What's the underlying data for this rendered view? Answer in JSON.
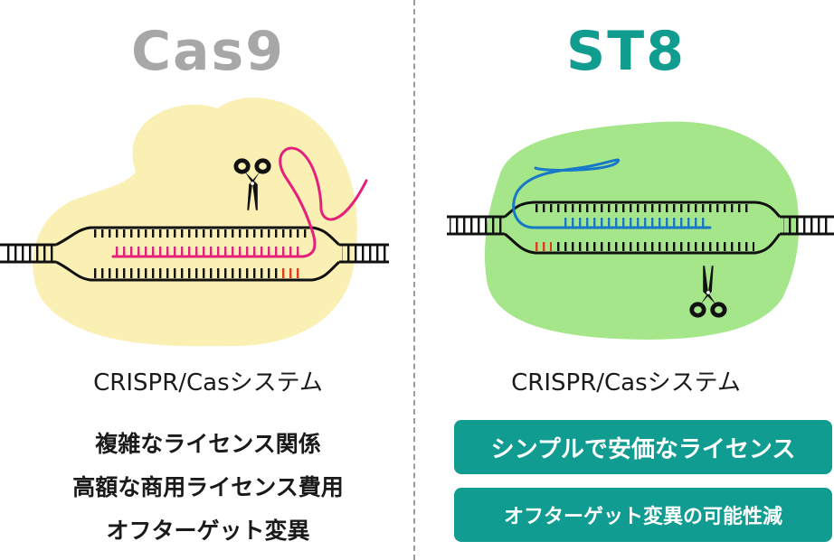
{
  "left": {
    "title": "Cas9",
    "subtitle": "CRISPR/Casシステム",
    "drawbacks": [
      "複雑なライセンス関係",
      "高額な商用ライセンス費用",
      "オフターゲット変異"
    ],
    "blob_color": "#fbf0b4",
    "guide_color": "#e51f7c",
    "title_color": "#a7a7a7"
  },
  "right": {
    "title": "ST8",
    "subtitle": "CRISPR/Casシステム",
    "benefits": [
      "シンプルで安価なライセンス",
      "オフターゲット変異の可能性減"
    ],
    "blob_color": "#a5e68b",
    "guide_color": "#1878c8",
    "title_color": "#119c90",
    "pill_color": "#109c90"
  },
  "icons": {
    "cut_tool": "scissors-icon"
  },
  "pam_color": "#e03b1f"
}
